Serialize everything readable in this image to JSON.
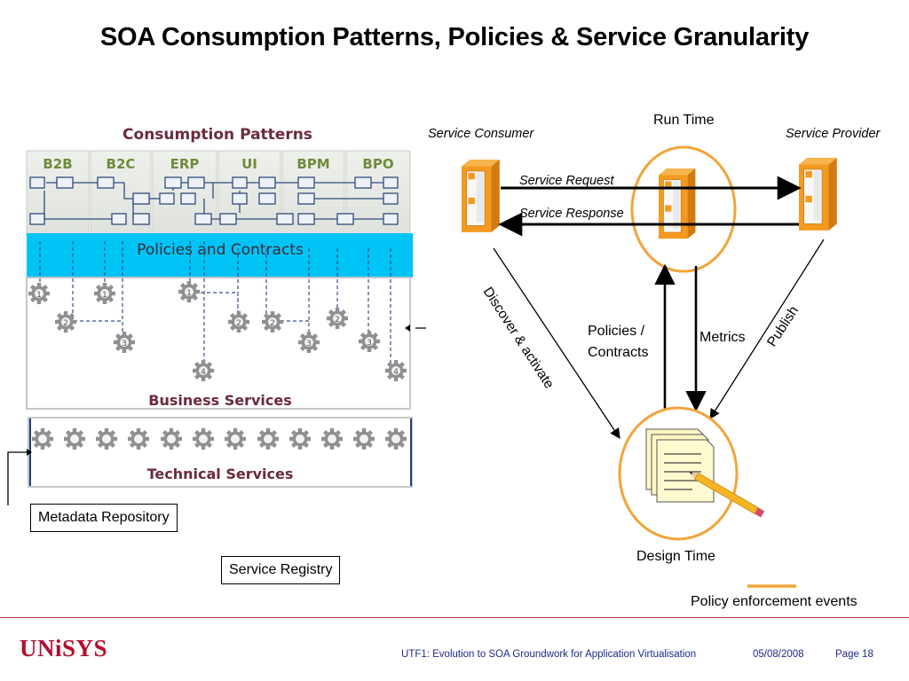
{
  "slide": {
    "title": "SOA Consumption Patterns, Policies & Service Granularity"
  },
  "left_diagram": {
    "consumption_patterns_label": "Consumption Patterns",
    "columns": [
      "B2B",
      "B2C",
      "ERP",
      "UI",
      "BPM",
      "BPO"
    ],
    "policies_label": "Policies and Contracts",
    "business_services_label": "Business Services",
    "technical_services_label": "Technical Services",
    "gear_numbers": [
      "1",
      "2",
      "3",
      "4"
    ],
    "metadata_repository_label": "Metadata Repository",
    "service_registry_label": "Service Registry"
  },
  "right_diagram": {
    "run_time_label": "Run Time",
    "service_consumer_label": "Service Consumer",
    "service_provider_label": "Service Provider",
    "service_request_label": "Service Request",
    "service_response_label": "Service Response",
    "discover_activate_label": "Discover & activate",
    "publish_label": "Publish",
    "policies_contracts_label_1": "Policies /",
    "policies_contracts_label_2": "Contracts",
    "metrics_label": "Metrics",
    "design_time_label": "Design Time",
    "legend_label": "Policy enforcement events"
  },
  "footer": {
    "logo": "UNiSYS",
    "text": "UTF1: Evolution to SOA Groundwork for Application Virtualisation",
    "date": "05/08/2008",
    "page": "Page 18"
  },
  "colors": {
    "accent_orange": "#f2a43a",
    "server_orange": "#f39a1f",
    "policies_band": "#00c4f6",
    "heading_maroon": "#6b2b3a",
    "column_green": "#6e8c3b",
    "footer_rule": "#b0353f",
    "logo_red": "#b10f2e"
  }
}
